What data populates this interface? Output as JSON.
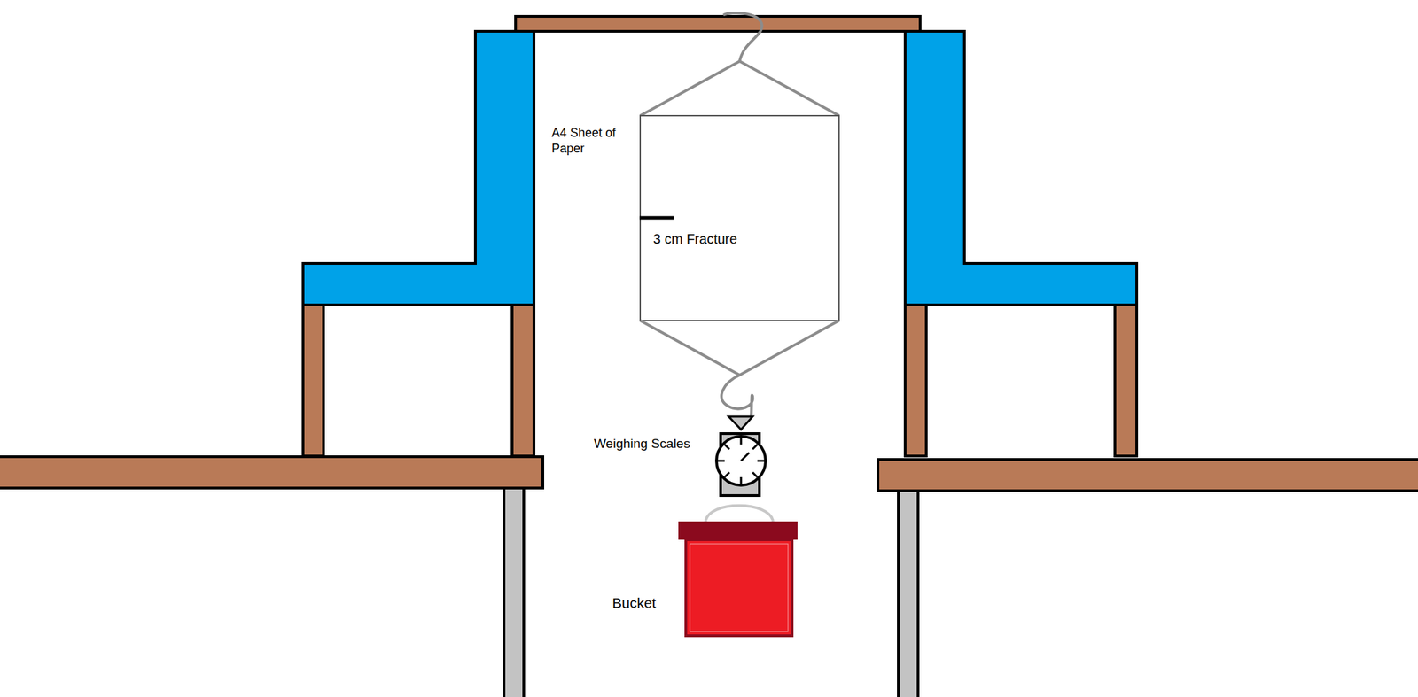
{
  "diagram": {
    "labels": [
      "A4 Sheet of Paper",
      "3 cm Fracture",
      "Weighing Scales",
      "Bucket"
    ]
  }
}
